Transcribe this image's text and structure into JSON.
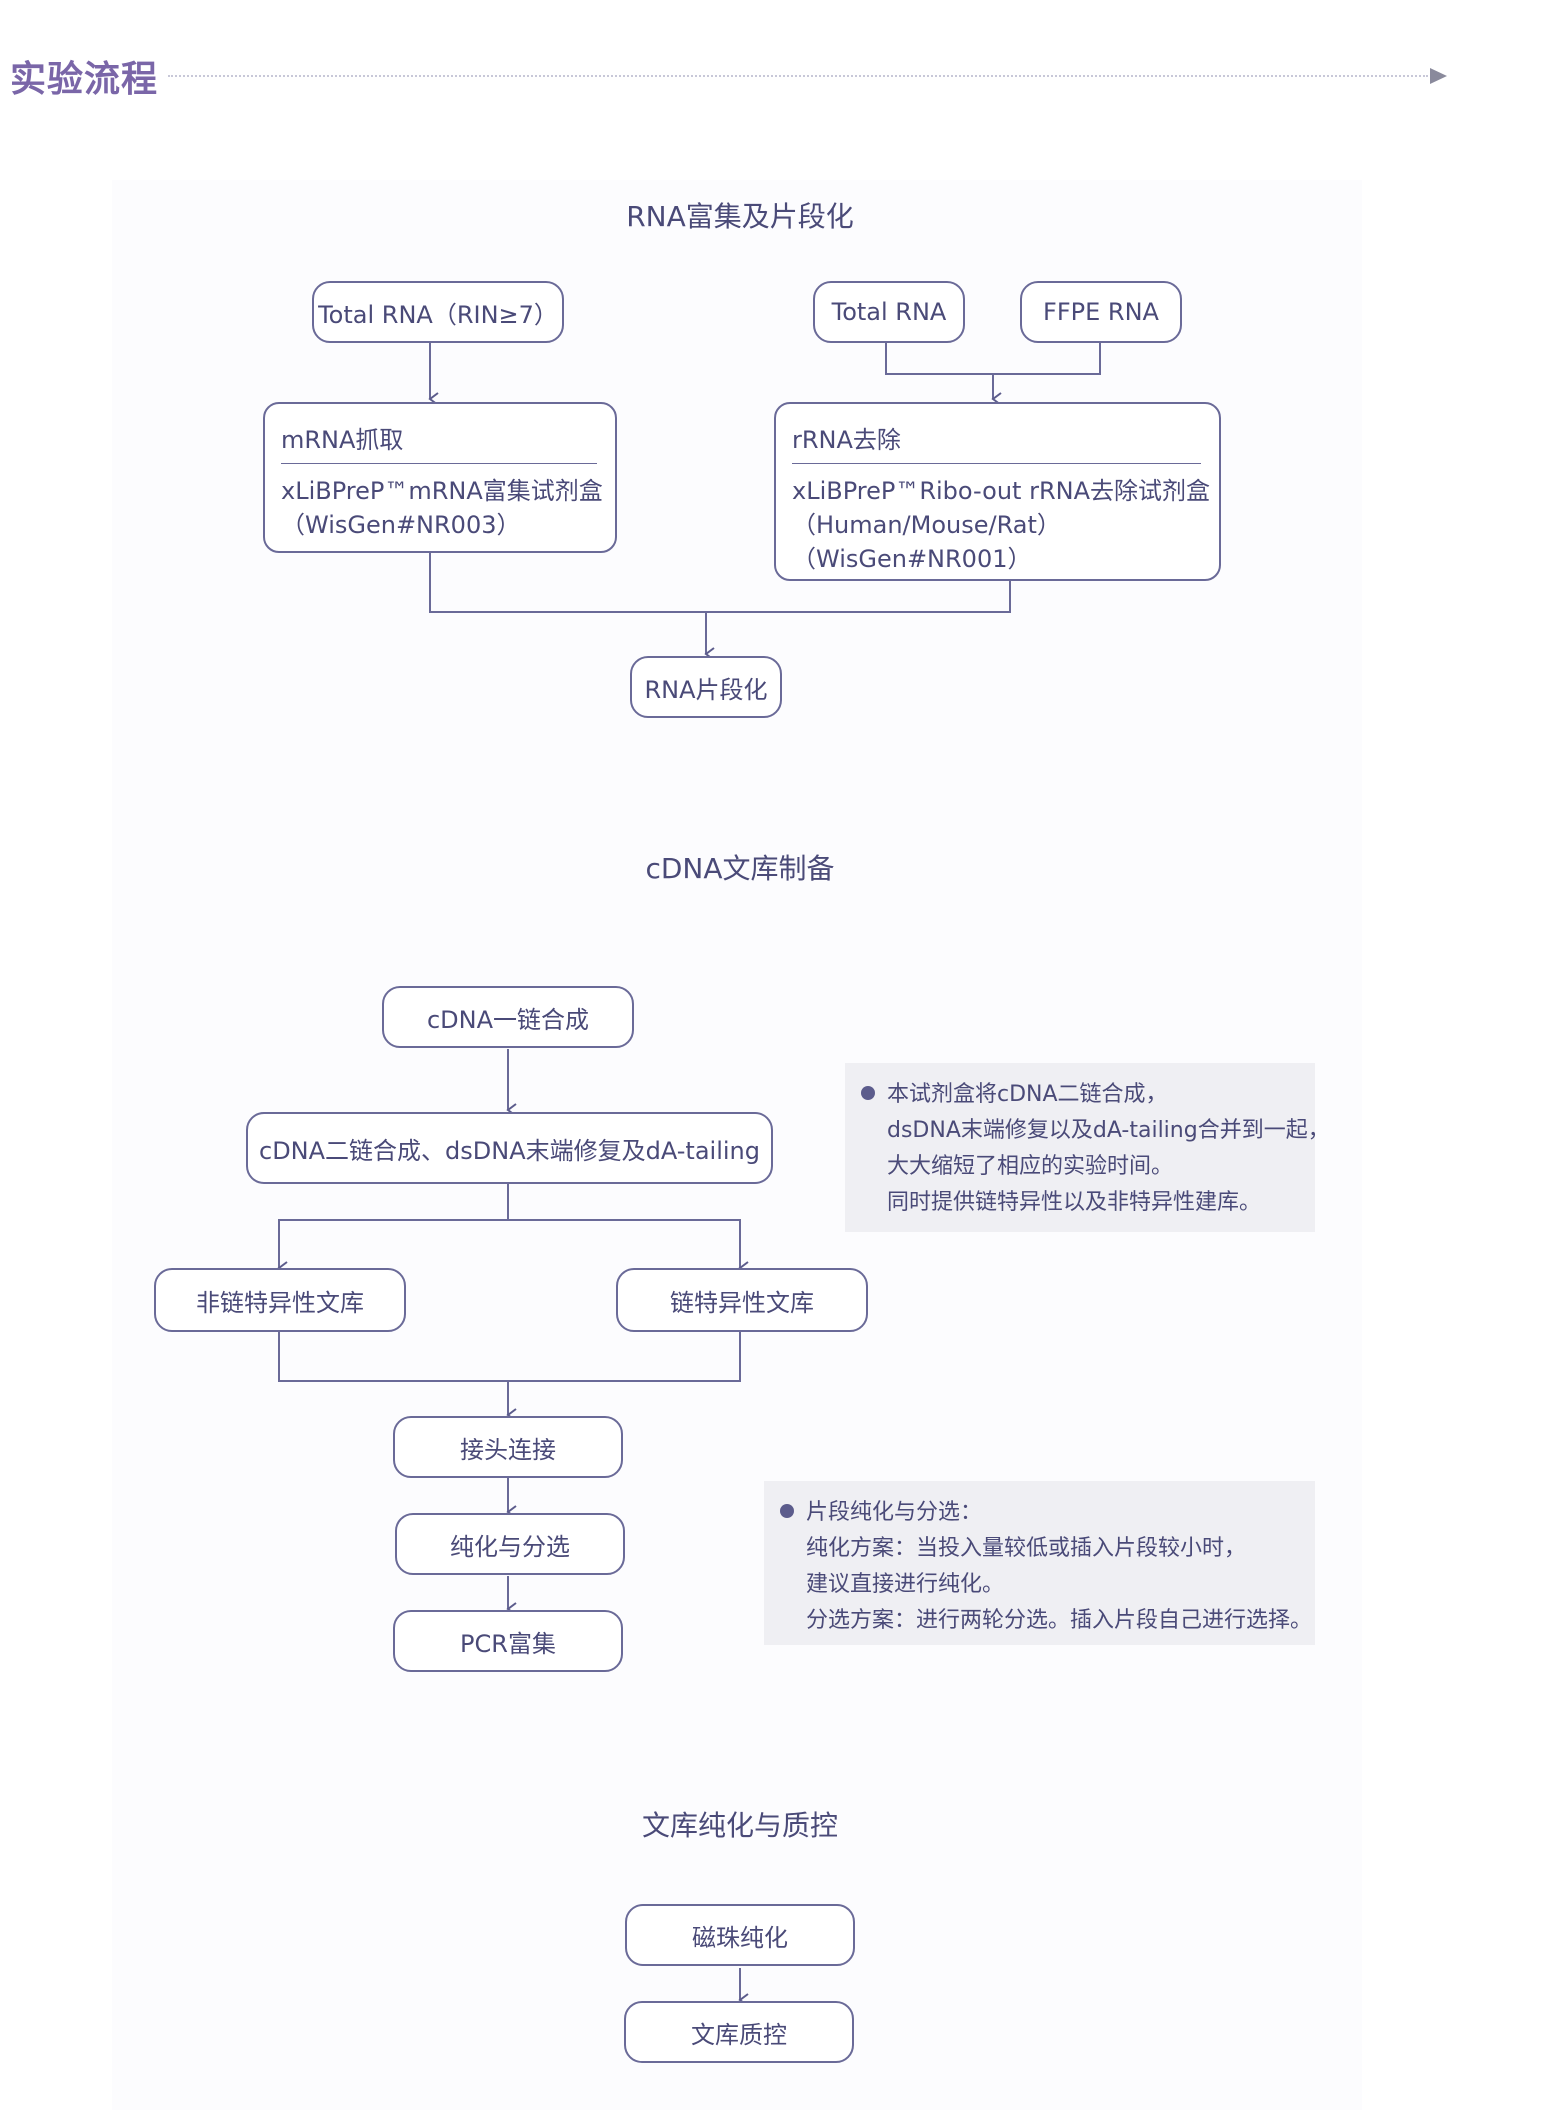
{
  "header": {
    "title": "实验流程"
  },
  "section1": {
    "title": "RNA富集及片段化",
    "total_rna_rin": "Total RNA（RIN≥7）",
    "total_rna": "Total RNA",
    "ffpe_rna": "FFPE RNA",
    "mrna_box": {
      "head": "mRNA抓取",
      "line1": "xLiBPreP™mRNA富集试剂盒",
      "line2": "（WisGen#NR003）"
    },
    "rrna_box": {
      "head": "rRNA去除",
      "line1": "xLiBPreP™Ribo-out rRNA去除试剂盒",
      "line2": "（Human/Mouse/Rat）",
      "line3": "（WisGen#NR001）"
    },
    "fragment": "RNA片段化"
  },
  "section2": {
    "title": "cDNA文库制备",
    "first_strand": "cDNA一链合成",
    "second_strand": "cDNA二链合成、dsDNA末端修复及dA-tailing",
    "non_stranded": "非链特异性文库",
    "stranded": "链特异性文库",
    "adapter": "接头连接",
    "purify_select": "纯化与分选",
    "pcr": "PCR富集",
    "note1": [
      "本试剂盒将cDNA二链合成，",
      "dsDNA末端修复以及dA-tailing合并到一起，",
      "大大缩短了相应的实验时间。",
      "同时提供链特异性以及非特异性建库。"
    ],
    "note2": [
      "片段纯化与分选：",
      "纯化方案：当投入量较低或插入片段较小时，",
      "建议直接进行纯化。",
      "分选方案：进行两轮分选。插入片段自己进行选择。"
    ]
  },
  "section3": {
    "title": "文库纯化与质控",
    "bead_purify": "磁珠纯化",
    "library_qc": "文库质控"
  }
}
